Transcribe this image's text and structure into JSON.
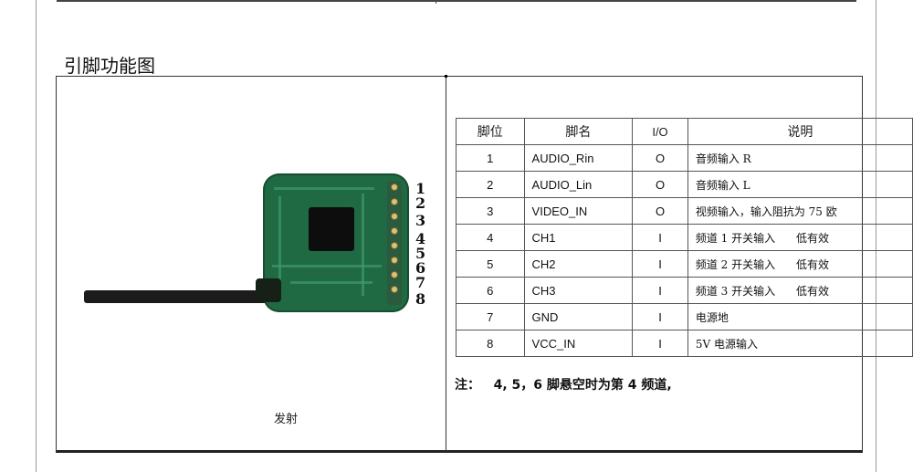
{
  "section_title": "引脚功能图",
  "figure_caption": "发射",
  "pin_labels": [
    "1",
    "2",
    "3",
    "4",
    "5",
    "6",
    "7",
    "8"
  ],
  "table": {
    "headers": [
      "脚位",
      "脚名",
      "I/O",
      "说明"
    ],
    "rows": [
      {
        "pin": "1",
        "name": "AUDIO_Rin",
        "io": "O",
        "desc": "音频输入 R"
      },
      {
        "pin": "2",
        "name": "AUDIO_Lin",
        "io": "O",
        "desc": "音频输入 L"
      },
      {
        "pin": "3",
        "name": "VIDEO_IN",
        "io": "O",
        "desc": "视频输入，输入阻抗为 75 欧"
      },
      {
        "pin": "4",
        "name": "CH1",
        "io": "I",
        "desc": "频道 1 开关输入      低有效"
      },
      {
        "pin": "5",
        "name": "CH2",
        "io": "I",
        "desc": "频道 2 开关输入      低有效"
      },
      {
        "pin": "6",
        "name": "CH3",
        "io": "I",
        "desc": "频道 3 开关输入      低有效"
      },
      {
        "pin": "7",
        "name": "GND",
        "io": "I",
        "desc": "电源地"
      },
      {
        "pin": "8",
        "name": "VCC_IN",
        "io": "I",
        "desc": "5V 电源输入"
      }
    ]
  },
  "note": "注：   4, 5，6 脚悬空时为第 4 频道,"
}
